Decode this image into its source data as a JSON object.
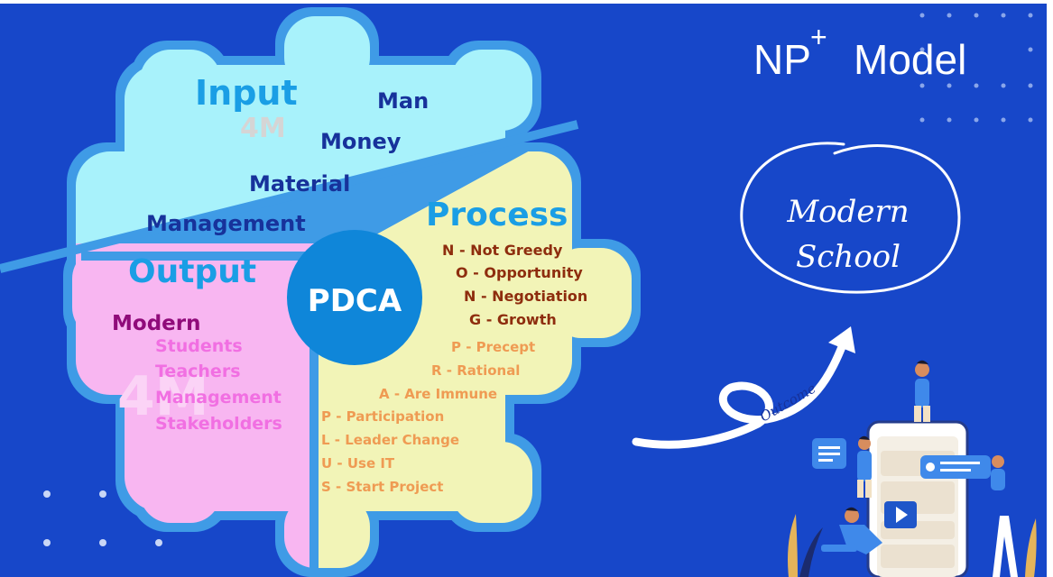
{
  "title": {
    "main": "NP",
    "sup": "+",
    "rest": "Model"
  },
  "center": {
    "label": "PDCA"
  },
  "input": {
    "heading": "Input",
    "sub": "4M",
    "items": [
      "Man",
      "Money",
      "Material",
      "Management"
    ]
  },
  "output": {
    "heading": "Output",
    "sub": "4M",
    "modern": "Modern",
    "items": [
      "Students",
      "Teachers",
      "Management",
      "Stakeholders"
    ]
  },
  "process": {
    "heading": "Process",
    "nong": [
      "N - Not Greedy",
      "O - Opportunity",
      "N - Negotiation",
      "G - Growth"
    ],
    "para": [
      "P - Precept",
      "R - Rational",
      "A - Are Immune"
    ],
    "plus": [
      "P - Participation",
      "L - Leader Change",
      "U - Use IT",
      "S - Start Project"
    ]
  },
  "result": {
    "line1": "Modern",
    "line2": "School"
  },
  "arrow": {
    "label": "Outcome"
  },
  "colors": {
    "background": "#1747c9",
    "input_fill": "#a8f2fb",
    "output_fill": "#f8b6f1",
    "process_fill": "#f2f4b7",
    "gear_border": "#3f9be6",
    "center_fill": "#0f86d9",
    "heading_blue": "#1a9ee5",
    "navy_text": "#17329b",
    "purple_text": "#900b7a",
    "pink_text": "#f16fe2",
    "brown_text": "#8e2d0e",
    "orange_text": "#ef9b53"
  }
}
